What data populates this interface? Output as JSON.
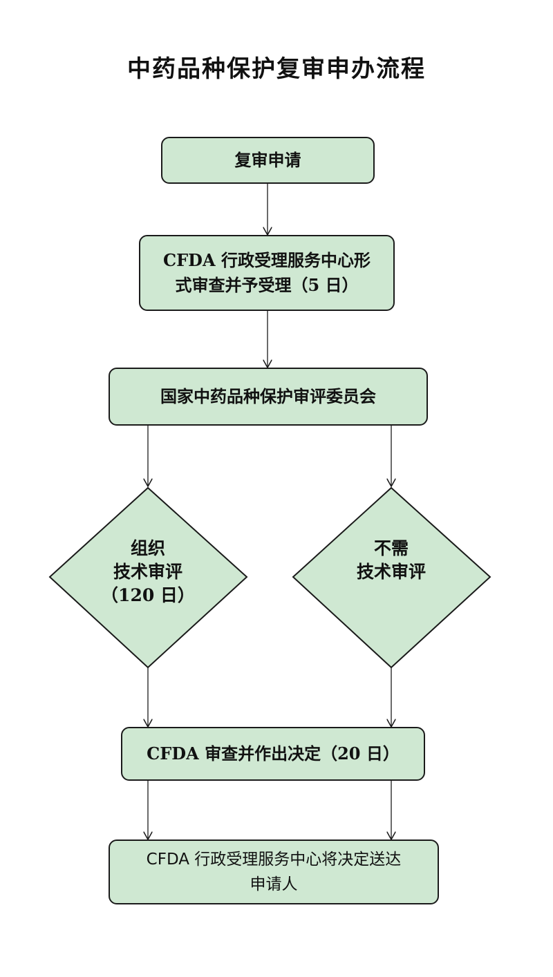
{
  "title": "中药品种保护复审申办流程",
  "steps": {
    "apply": "复审申请",
    "accept_line1": "CFDA 行政受理服务中心形",
    "accept_line2": "式审查并予受理（5 日）",
    "committee": "国家中药品种保护审评委员会",
    "review_yes_line1": "组织",
    "review_yes_line2": "技术审评",
    "review_yes_line3": "（120 日）",
    "review_no_line1": "不需",
    "review_no_line2": "技术审评",
    "decide": "CFDA 审查并作出决定（20 日）",
    "deliver_line1": "CFDA 行政受理服务中心将决定送达",
    "deliver_line2": "申请人"
  },
  "colors": {
    "fill": "#cfe8d2",
    "stroke": "#1a1a1a"
  }
}
